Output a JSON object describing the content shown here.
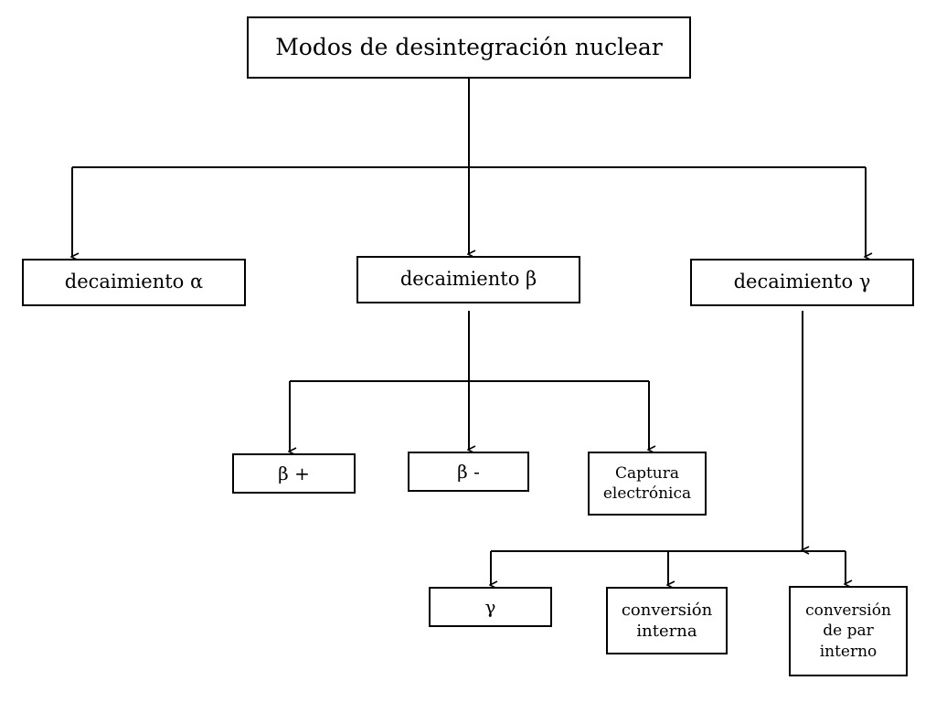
{
  "diagram": {
    "root": "Modos de desintegración nuclear",
    "alpha_decay": "decaimiento α",
    "beta_decay": "decaimiento β",
    "gamma_decay": "decaimiento γ",
    "beta_plus": "β +",
    "beta_minus": "β -",
    "electron_capture": "Captura\nelectrónica",
    "gamma": "γ",
    "internal_conversion": "conversión\ninterna",
    "internal_pair_conversion": "conversión\nde par\ninterno"
  },
  "colors": {
    "line": "#000000",
    "box_border": "#000000",
    "background": "#ffffff"
  }
}
